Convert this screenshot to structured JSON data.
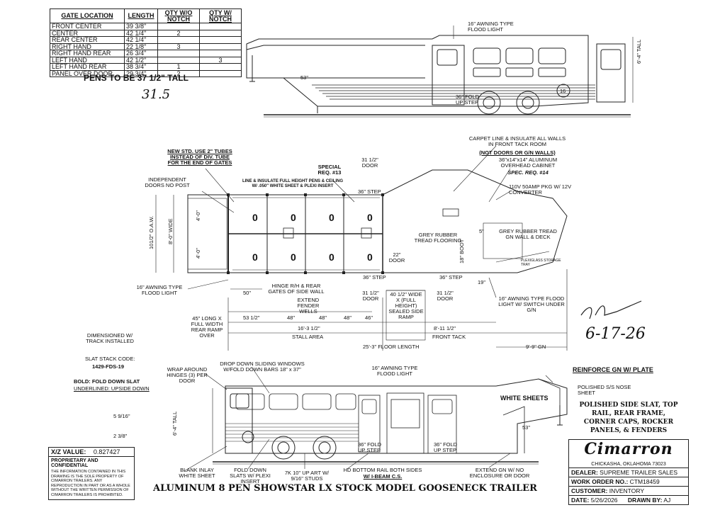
{
  "gate_table": {
    "headers": [
      "GATE LOCATION",
      "LENGTH",
      "QTY W/O NOTCH",
      "QTY W/ NOTCH"
    ],
    "rows": [
      {
        "loc": "FRONT CENTER",
        "len": "39 3/8\"",
        "qwo": "",
        "qw": ""
      },
      {
        "loc": "CENTER",
        "len": "42 1/4\"",
        "qwo": "2",
        "qw": ""
      },
      {
        "loc": "REAR CENTER",
        "len": "42 1/4\"",
        "qwo": "",
        "qw": ""
      },
      {
        "loc": "RIGHT HAND",
        "len": "22 1/8\"",
        "qwo": "3",
        "qw": ""
      },
      {
        "loc": "RIGHT HAND REAR",
        "len": "26 3/4\"",
        "qwo": "",
        "qw": ""
      },
      {
        "loc": "LEFT HAND",
        "len": "42 1/2\"",
        "qwo": "",
        "qw": "3"
      },
      {
        "loc": "LEFT HAND REAR",
        "len": "38 3/4\"",
        "qwo": "1",
        "qw": ""
      },
      {
        "loc": "PANEL OVER DOOR",
        "len": "29 3/4\"",
        "qwo": "2",
        "qw": ""
      }
    ]
  },
  "pens_note": "PENS TO BE 37 1/2\" TALL",
  "pens_handwritten": "31.5",
  "side_view_top": {
    "awning": "16\" AWNING TYPE FLOOD LIGHT",
    "height": "6'-4\" TALL",
    "dim_53": "53\"",
    "fold_step": "36\" FOLD UP STEP",
    "wheel": "16"
  },
  "floor_plan": {
    "notes": {
      "new_std": "NEW STD. USE 2\" TUBES INSTEAD OF DIV. TUBE FOR THE END OF GATES",
      "line_insulate": "LINE & INSULATE FULL HEIGHT PENS & CEILING W/ .050\" WHITE SHEET & PLEXI INSERT",
      "special_req": "SPECIAL REQ. #13",
      "door_top": "31 1/2\" DOOR",
      "step_top": "36\" STEP",
      "independent_doors": "INDEPENDENT DOORS NO POST",
      "carpet": "CARPET LINE & INSULATE ALL WALLS IN FRONT TACK ROOM",
      "carpet_not": "(NOT DOORS OR G/N WALLS)",
      "cabinet": "36\"x14\"x14\" ALUMINUM OVERHEAD CABINET",
      "spec_req_14": "SPEC. REQ. #14",
      "converter": "110V 50AMP PKG W/ 12V CONVERTER",
      "grey_tack": "GREY RUBBER TREAD FLOORING",
      "grey_gn": "GREY RUBBER TREAD GN WALL & DECK",
      "awning_left": "16\" AWNING TYPE FLOOD LIGHT",
      "hinge": "HINGE R/H & REAR GATES OF SIDE WALL",
      "extend_fender": "EXTEND FENDER WELLS",
      "door_22": "22\" DOOR",
      "step_36a": "36\" STEP",
      "step_36b": "36\" STEP",
      "door_31a": "31 1/2\" DOOR",
      "ramp": "40 1/2\" WIDE X (FULL HEIGHT) SEALED SIDE RAMP",
      "door_31b": "31 1/2\" DOOR",
      "awning_right": "16\" AWNING TYPE FLOOD LIGHT W/ SWITCH UNDER G/N",
      "dim_19": "19\"",
      "dim_50": "50\"",
      "oaw": "101/2\" O.A.W.",
      "wide": "8'-0\" WIDE",
      "dim_40a": "4'-0\"",
      "dim_40b": "4'-0\"",
      "rear_ramp": "45\" LONG X FULL WIDTH REAR RAMP OVER",
      "dim_53": "53 1/2\"",
      "dim_48a": "48\"",
      "dim_48b": "48\"",
      "dim_48c": "48\"",
      "dim_46": "46\"",
      "stall": "16'-3 1/2\"",
      "stall_area": "STALL AREA",
      "front_tack": "8'-11 1/2\"",
      "front_tack_label": "FRONT TACK",
      "floor_length": "25'-3\" FLOOR LENGTH",
      "gn_length": "9'-9\" GN",
      "pen_labels": [
        "0",
        "0",
        "0",
        "0",
        "0",
        "0",
        "0",
        "0"
      ],
      "tack_boot": "18\" BOOT",
      "tack_5": "5\"",
      "plexiglass": "PLEXIGLASS STORAGE TRAY"
    }
  },
  "signature": {
    "initials": "Ak",
    "date": "6-17-26"
  },
  "left_notes": {
    "dimensioned": "DIMENSIONED W/ TRACK INSTALLED",
    "slat_stack": "SLAT STACK CODE:",
    "slat_code": "1429-FDS-19",
    "bold_note": "BOLD: FOLD DOWN SLAT",
    "underlined_note": "UNDERLINED: UPSIDE DOWN",
    "dim_5": "5 9/16\"",
    "dim_2": "2 3/8\""
  },
  "side_view_bottom": {
    "wrap_hinges": "WRAP AROUND HINGES (3) PER DOOR",
    "windows": "DROP DOWN SLIDING WINDOWS W/FOLD DOWN BARS 18\" x 37\"",
    "awning": "16\" AWNING TYPE FLOOD LIGHT",
    "reinforce": "REINFORCE GN W/ PLATE",
    "nose": "POLISHED S/S NOSE SHEET",
    "white_sheets": "WHITE SHEETS",
    "polished": "POLISHED SIDE SLAT, TOP RAIL, REAR FRAME, CORNER CAPS, ROCKER PANELS, & FENDERS",
    "height": "6'-4\" TALL",
    "dim_53": "53\"",
    "fold_step_a": "36\" FOLD UP STEP",
    "fold_step_b": "36\" FOLD UP STEP",
    "blank_inlay": "BLANK INLAY WHITE SHEET",
    "fold_slats": "FOLD DOWN SLATS W/ PLEXI INSERT",
    "axle": "7K 10\" UP ART W/ 9/16\" STUDS",
    "hd_rail": "HD BOTTOM RAIL BOTH SIDES",
    "ibeam": "W/ I-BEAM C.S.",
    "extend_gn": "EXTEND GN W/ NO ENCLOSURE OR DOOR"
  },
  "x_z": {
    "label": "X/Z VALUE:",
    "value": "0.827427"
  },
  "proprietary": {
    "title": "PROPRIETARY AND CONFIDENTIAL",
    "body": "THE INFORMATION CONTAINED IN THIS DRAWING IS THE SOLE PROPERTY OF CIMARRON TRAILERS. ANY REPRODUCTION IN PART OR AS A WHOLE WITHOUT THE WRITTEN PERMISSION OF CIMARRON TRAILERS IS PROHIBITED."
  },
  "title": "ALUMINUM 8 PEN SHOWSTAR LX STOCK MODEL GOOSENECK TRAILER",
  "title_block": {
    "logo": "Cimarron",
    "location": "CHICKASHA, OKLAHOMA 73023",
    "dealer_label": "DEALER:",
    "dealer": "SUPREME TRAILER SALES",
    "wo_label": "WORK ORDER NO.:",
    "wo": "CTM18459",
    "customer_label": "CUSTOMER:",
    "customer": "INVENTORY",
    "date_label": "DATE:",
    "date": "5/26/2026",
    "drawn_label": "DRAWN BY:",
    "drawn": "AJ"
  }
}
